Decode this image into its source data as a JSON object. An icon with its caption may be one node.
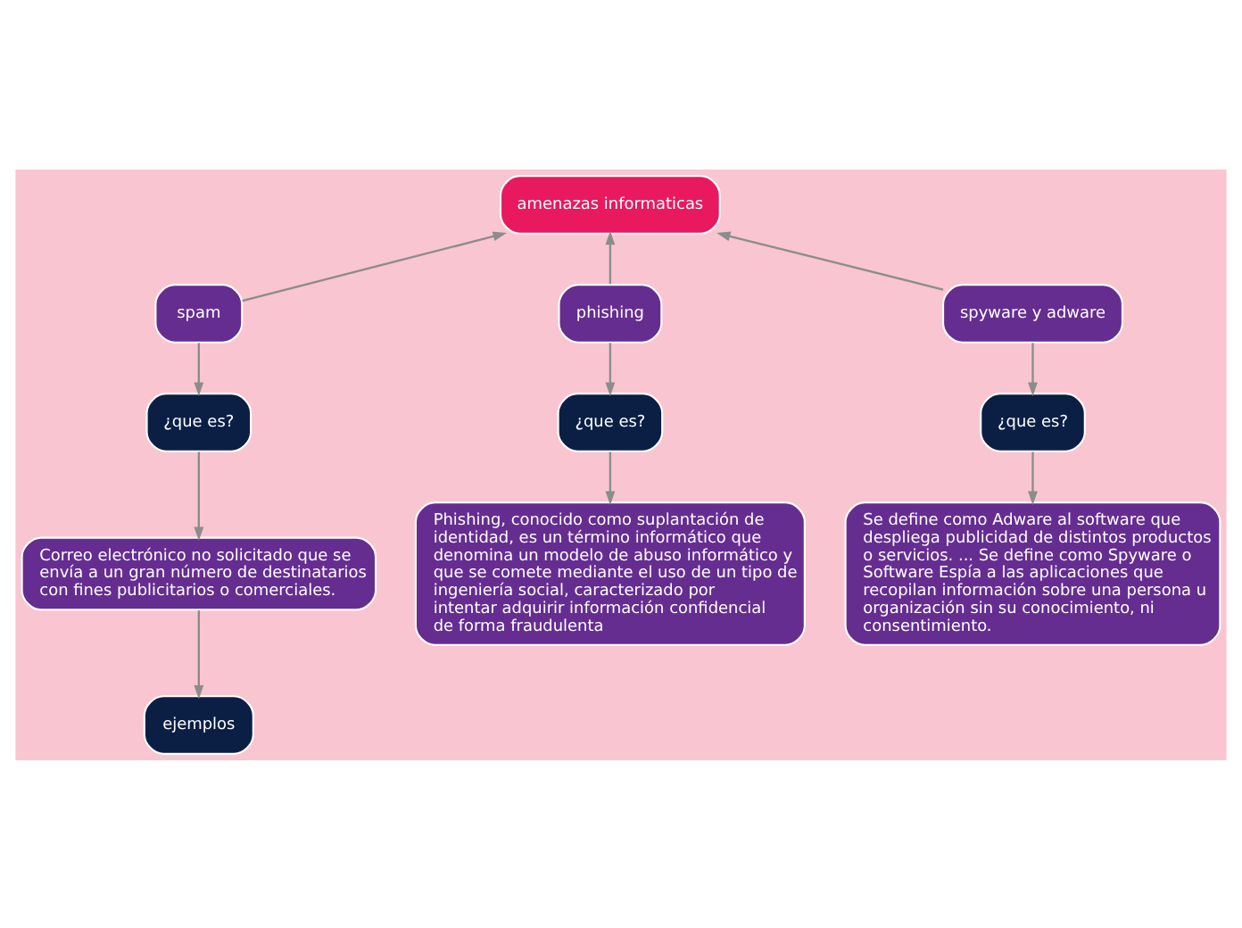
{
  "diagram": {
    "nodes": [
      {
        "text": [
          "amenazas informaticas"
        ]
      },
      {
        "text": [
          "spam"
        ]
      },
      {
        "text": [
          "phishing"
        ]
      },
      {
        "text": [
          "spyware y adware"
        ]
      },
      {
        "text": [
          "¿que es?"
        ]
      },
      {
        "text": [
          "Correo electrónico no solicitado que se envía a un gran número de destinatarios con fines publicitarios o comerciales."
        ]
      },
      {
        "text": [
          "ejemplos"
        ]
      },
      {
        "text": [
          "¿que es?"
        ]
      },
      {
        "text": [
          "Phishing, conocido como suplantación de identidad, es un término informático que denomina un modelo de abuso informático y que se comete mediante el uso de un tipo de ingeniería social, caracterizado por intentar adquirir información confidencial de forma fraudulenta"
        ]
      },
      {
        "text": [
          "¿que es?"
        ]
      },
      {
        "text": [
          "Se define como Adware al software que despliega publicidad de distintos productos o servicios. ... Se define como Spyware o Software Espía a las aplicaciones que recopilan información sobre una persona u organización sin su conocimiento, ni consentimiento."
        ]
      }
    ],
    "edges": [
      {
        "from": 1,
        "to": 0,
        "arrow": "to"
      },
      {
        "from": 2,
        "to": 0,
        "arrow": "to"
      },
      {
        "from": 3,
        "to": 0,
        "arrow": "to"
      },
      {
        "from": 1,
        "to": 4,
        "arrow": "to"
      },
      {
        "from": 4,
        "to": 5,
        "arrow": "to"
      },
      {
        "from": 5,
        "to": 6,
        "arrow": "to"
      },
      {
        "from": 2,
        "to": 7,
        "arrow": "to"
      },
      {
        "from": 7,
        "to": 8,
        "arrow": "to"
      },
      {
        "from": 3,
        "to": 9,
        "arrow": "to"
      },
      {
        "from": 9,
        "to": 10,
        "arrow": "to"
      }
    ]
  }
}
